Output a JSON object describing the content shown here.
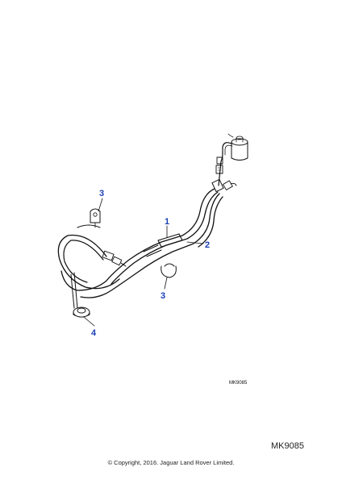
{
  "diagram": {
    "callouts": [
      "1",
      "2",
      "3",
      "3",
      "4"
    ],
    "figure_ref": "MK9085"
  },
  "footer": {
    "ref_code": "MK9085",
    "copyright": "© Copyright, 2016. Jaguar Land Rover Limited."
  }
}
